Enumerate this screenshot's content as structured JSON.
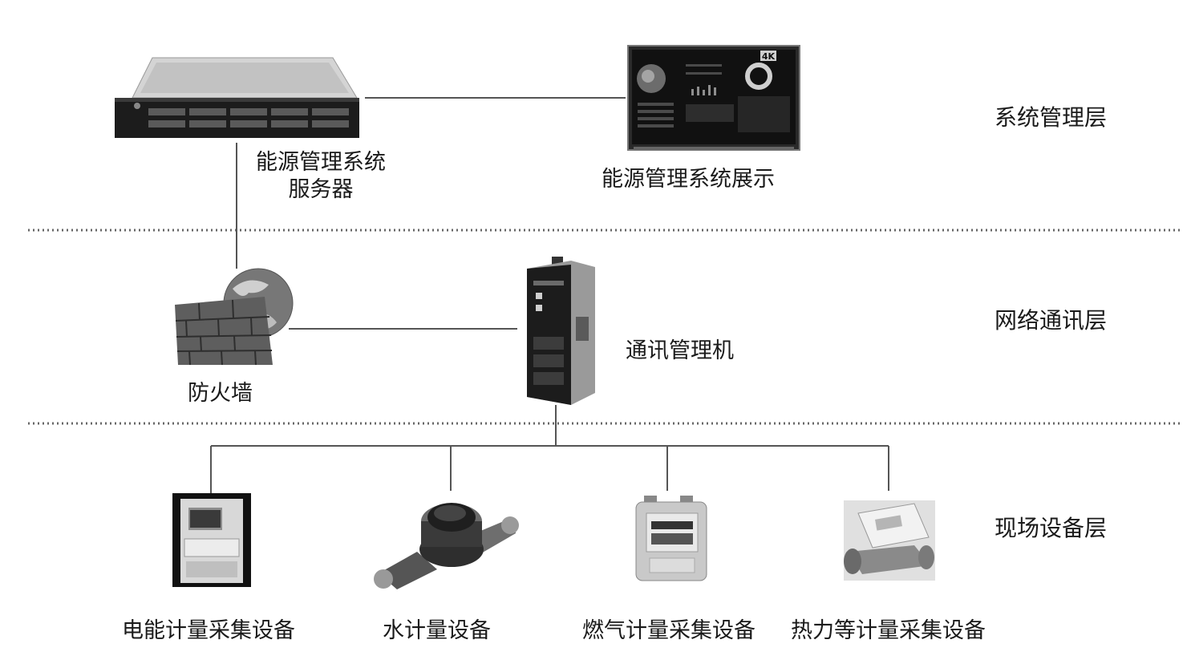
{
  "layers": {
    "system": "系统管理层",
    "network": "网络通讯层",
    "field": "现场设备层"
  },
  "nodes": {
    "server": {
      "line1": "能源管理系统",
      "line2": "服务器"
    },
    "display": {
      "label": "能源管理系统展示",
      "badge": "4K"
    },
    "firewall": {
      "label": "防火墙"
    },
    "comm": {
      "label": "通讯管理机"
    },
    "electric": {
      "label": "电能计量采集设备"
    },
    "water": {
      "label": "水计量设备"
    },
    "gas": {
      "label": "燃气计量采集设备"
    },
    "heat": {
      "label": "热力等计量采集设备"
    }
  },
  "colors": {
    "line": "#555555",
    "divider": "#666666",
    "dark": "#1e1e1e",
    "mid": "#8a8a8a"
  }
}
